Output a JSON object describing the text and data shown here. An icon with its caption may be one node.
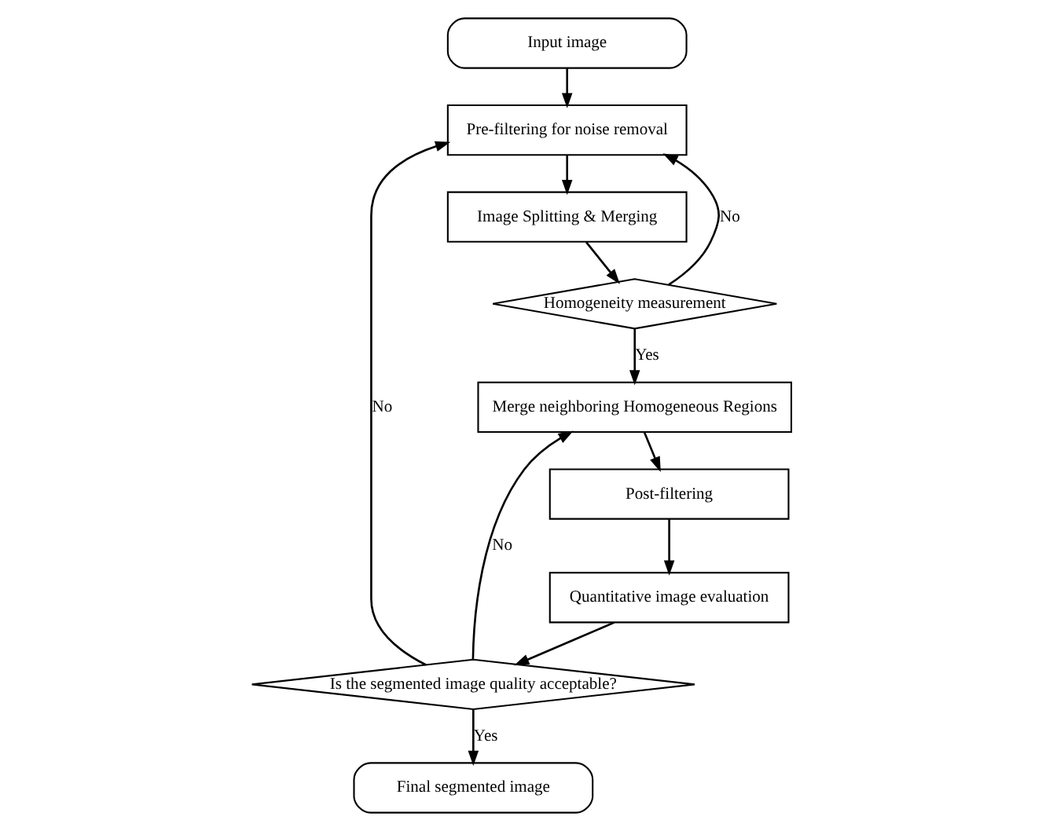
{
  "diagram": {
    "nodes": [
      {
        "text": [
          "Input image"
        ]
      },
      {
        "text": [
          "Final segmented image"
        ]
      },
      {
        "text": [
          "Is the segmented image quality acceptable?"
        ]
      },
      {
        "text": [
          "Pre-filtering for noise removal"
        ]
      },
      {
        "text": [
          "Image Splitting & Merging"
        ]
      },
      {
        "text": [
          "Quantitative image evaluation"
        ]
      },
      {
        "text": [
          "Post-filtering"
        ]
      },
      {
        "text": [
          "Homogeneity measurement"
        ]
      },
      {
        "text": [
          "Merge neighboring Homogeneous Regions"
        ]
      }
    ],
    "edges": [
      {
        "from": 0,
        "to": 3,
        "arrow": "to"
      },
      {
        "from": 2,
        "to": 3,
        "arrow": "to",
        "label": "No"
      },
      {
        "from": 2,
        "to": 1,
        "arrow": "to",
        "label": "Yes"
      },
      {
        "from": 2,
        "to": 8,
        "arrow": "to",
        "label": "No"
      },
      {
        "from": 3,
        "to": 4,
        "arrow": "to"
      },
      {
        "from": 4,
        "to": 7,
        "arrow": "to"
      },
      {
        "from": 7,
        "to": 3,
        "arrow": "to",
        "label": "No"
      },
      {
        "from": 7,
        "to": 8,
        "arrow": "to",
        "label": "Yes"
      },
      {
        "from": 8,
        "to": 6,
        "arrow": "to"
      },
      {
        "from": 6,
        "to": 5,
        "arrow": "to"
      },
      {
        "from": 5,
        "to": 2,
        "arrow": "to"
      }
    ]
  }
}
